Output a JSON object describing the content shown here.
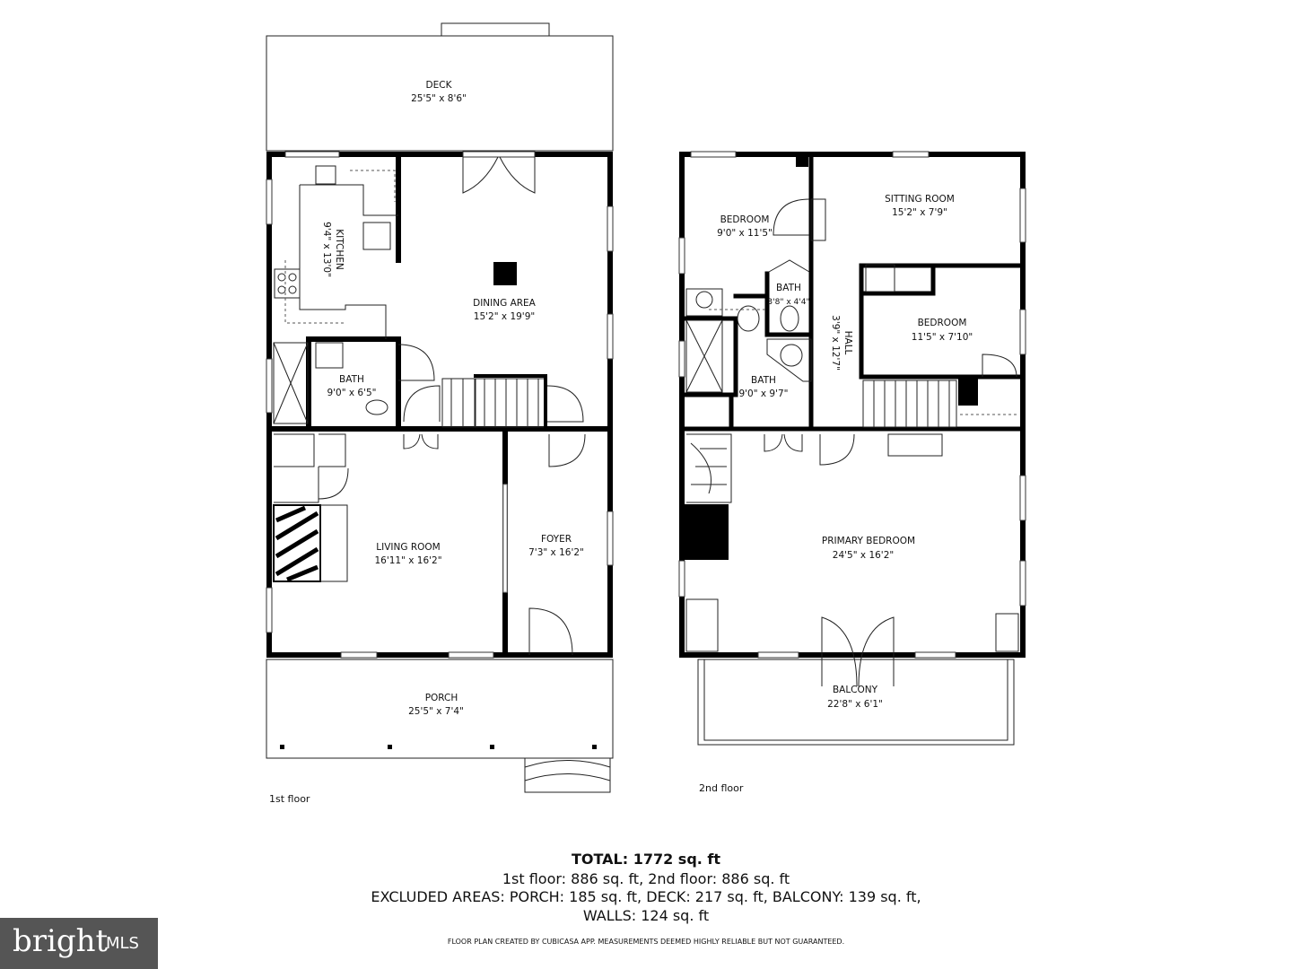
{
  "floor1": {
    "label": "1st floor",
    "rooms": [
      {
        "name": "DECK",
        "dims": "25'5\" x 8'6\""
      },
      {
        "name": "KITCHEN",
        "dims": "9'4\" x 13'0\""
      },
      {
        "name": "DINING AREA",
        "dims": "15'2\" x 19'9\""
      },
      {
        "name": "BATH",
        "dims": "9'0\" x 6'5\""
      },
      {
        "name": "LIVING ROOM",
        "dims": "16'11\" x 16'2\""
      },
      {
        "name": "FOYER",
        "dims": "7'3\" x 16'2\""
      },
      {
        "name": "PORCH",
        "dims": "25'5\" x 7'4\""
      }
    ]
  },
  "floor2": {
    "label": "2nd floor",
    "rooms": [
      {
        "name": "BEDROOM",
        "dims": "9'0\" x 11'5\""
      },
      {
        "name": "SITTING ROOM",
        "dims": "15'2\" x 7'9\""
      },
      {
        "name": "BATH",
        "dims": "3'8\" x 4'4\""
      },
      {
        "name": "HALL",
        "dims": "3'9\" x 12'7\""
      },
      {
        "name": "BEDROOM",
        "dims": "11'5\" x 7'10\""
      },
      {
        "name": "BATH",
        "dims": "9'0\" x 9'7\""
      },
      {
        "name": "PRIMARY BEDROOM",
        "dims": "24'5\" x 16'2\""
      },
      {
        "name": "BALCONY",
        "dims": "22'8\" x 6'1\""
      }
    ]
  },
  "summary": {
    "total": "TOTAL: 1772 sq. ft",
    "floors": "1st floor: 886 sq. ft, 2nd floor: 886 sq. ft",
    "excluded": "EXCLUDED AREAS: PORCH: 185 sq. ft, DECK: 217 sq. ft, BALCONY: 139 sq. ft,",
    "walls": "WALLS: 124 sq. ft",
    "disclaimer": "FLOOR PLAN CREATED BY CUBICASA APP. MEASUREMENTS DEEMED HIGHLY RELIABLE BUT NOT GUARANTEED."
  },
  "logo": {
    "text": "bright",
    "suffix": "MLS"
  }
}
